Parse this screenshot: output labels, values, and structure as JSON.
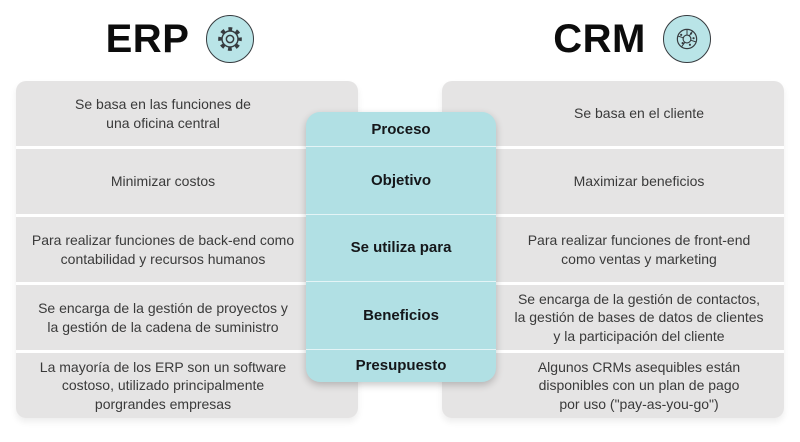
{
  "header": {
    "erp": {
      "title": "ERP",
      "icon": "gear-icon"
    },
    "crm": {
      "title": "CRM",
      "icon": "crm-cycle-icon"
    }
  },
  "table": {
    "attributes": [
      "Proceso",
      "Objetivo",
      "Se utiliza para",
      "Beneficios",
      "Presupuesto"
    ],
    "erp": [
      "Se basa en las funciones de\nuna oficina central",
      "Minimizar costos",
      "Para realizar funciones de back-end como\ncontabilidad y recursos humanos",
      "Se encarga de la gestión de proyectos y\nla gestión de la cadena de suministro",
      "La mayoría de los ERP son un software\ncostoso, utilizado principalmente\nporgrandes empresas"
    ],
    "crm": [
      "Se basa en el cliente",
      "Maximizar beneficios",
      "Para realizar funciones de front-end\ncomo ventas y marketing",
      "Se encarga de la gestión de contactos,\nla gestión de bases de datos de clientes\ny la participación del cliente",
      "Algunos CRMs asequibles están\ndisponibles con un plan de pago\npor uso (\"pay-as-you-go\")"
    ]
  },
  "colors": {
    "teal_accent": "#b1e0e4",
    "icon_fill": "#b9e4e7",
    "icon_shadow": "#c8ebed",
    "row_gray": "#e5e4e4",
    "title_text": "#0c0c0c",
    "body_text": "#3a3a3a",
    "icon_stroke": "#363b3f"
  }
}
